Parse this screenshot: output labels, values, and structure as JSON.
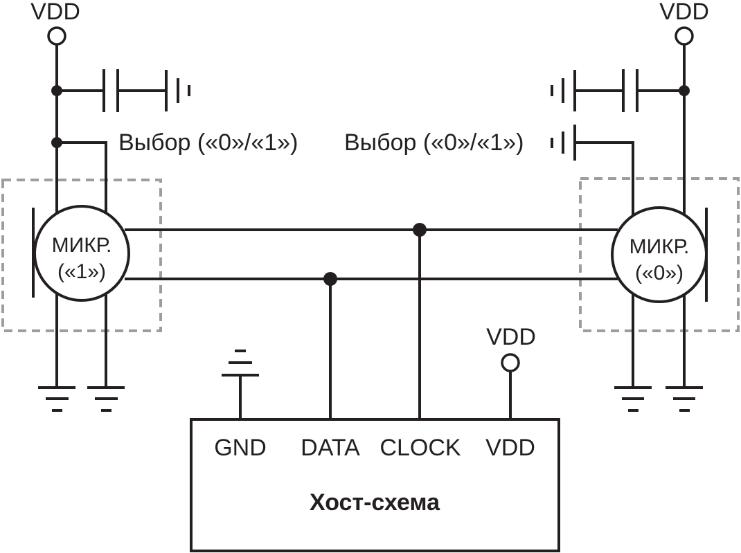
{
  "supply": {
    "left": "VDD",
    "right": "VDD",
    "host": "VDD"
  },
  "select": {
    "left": "Выбор («0»/«1»)",
    "right": "Выбор («0»/«1»)"
  },
  "mic_left": {
    "line1": "МИКР.",
    "line2": "(«1»)"
  },
  "mic_right": {
    "line1": "МИКР.",
    "line2": "(«0»)"
  },
  "host": {
    "title": "Хост-схема",
    "pins": {
      "gnd": "GND",
      "data": "DATA",
      "clock": "CLOCK",
      "vdd": "VDD"
    }
  },
  "colors": {
    "line": "#231f20",
    "dashed_box": "#9d9d9d"
  }
}
